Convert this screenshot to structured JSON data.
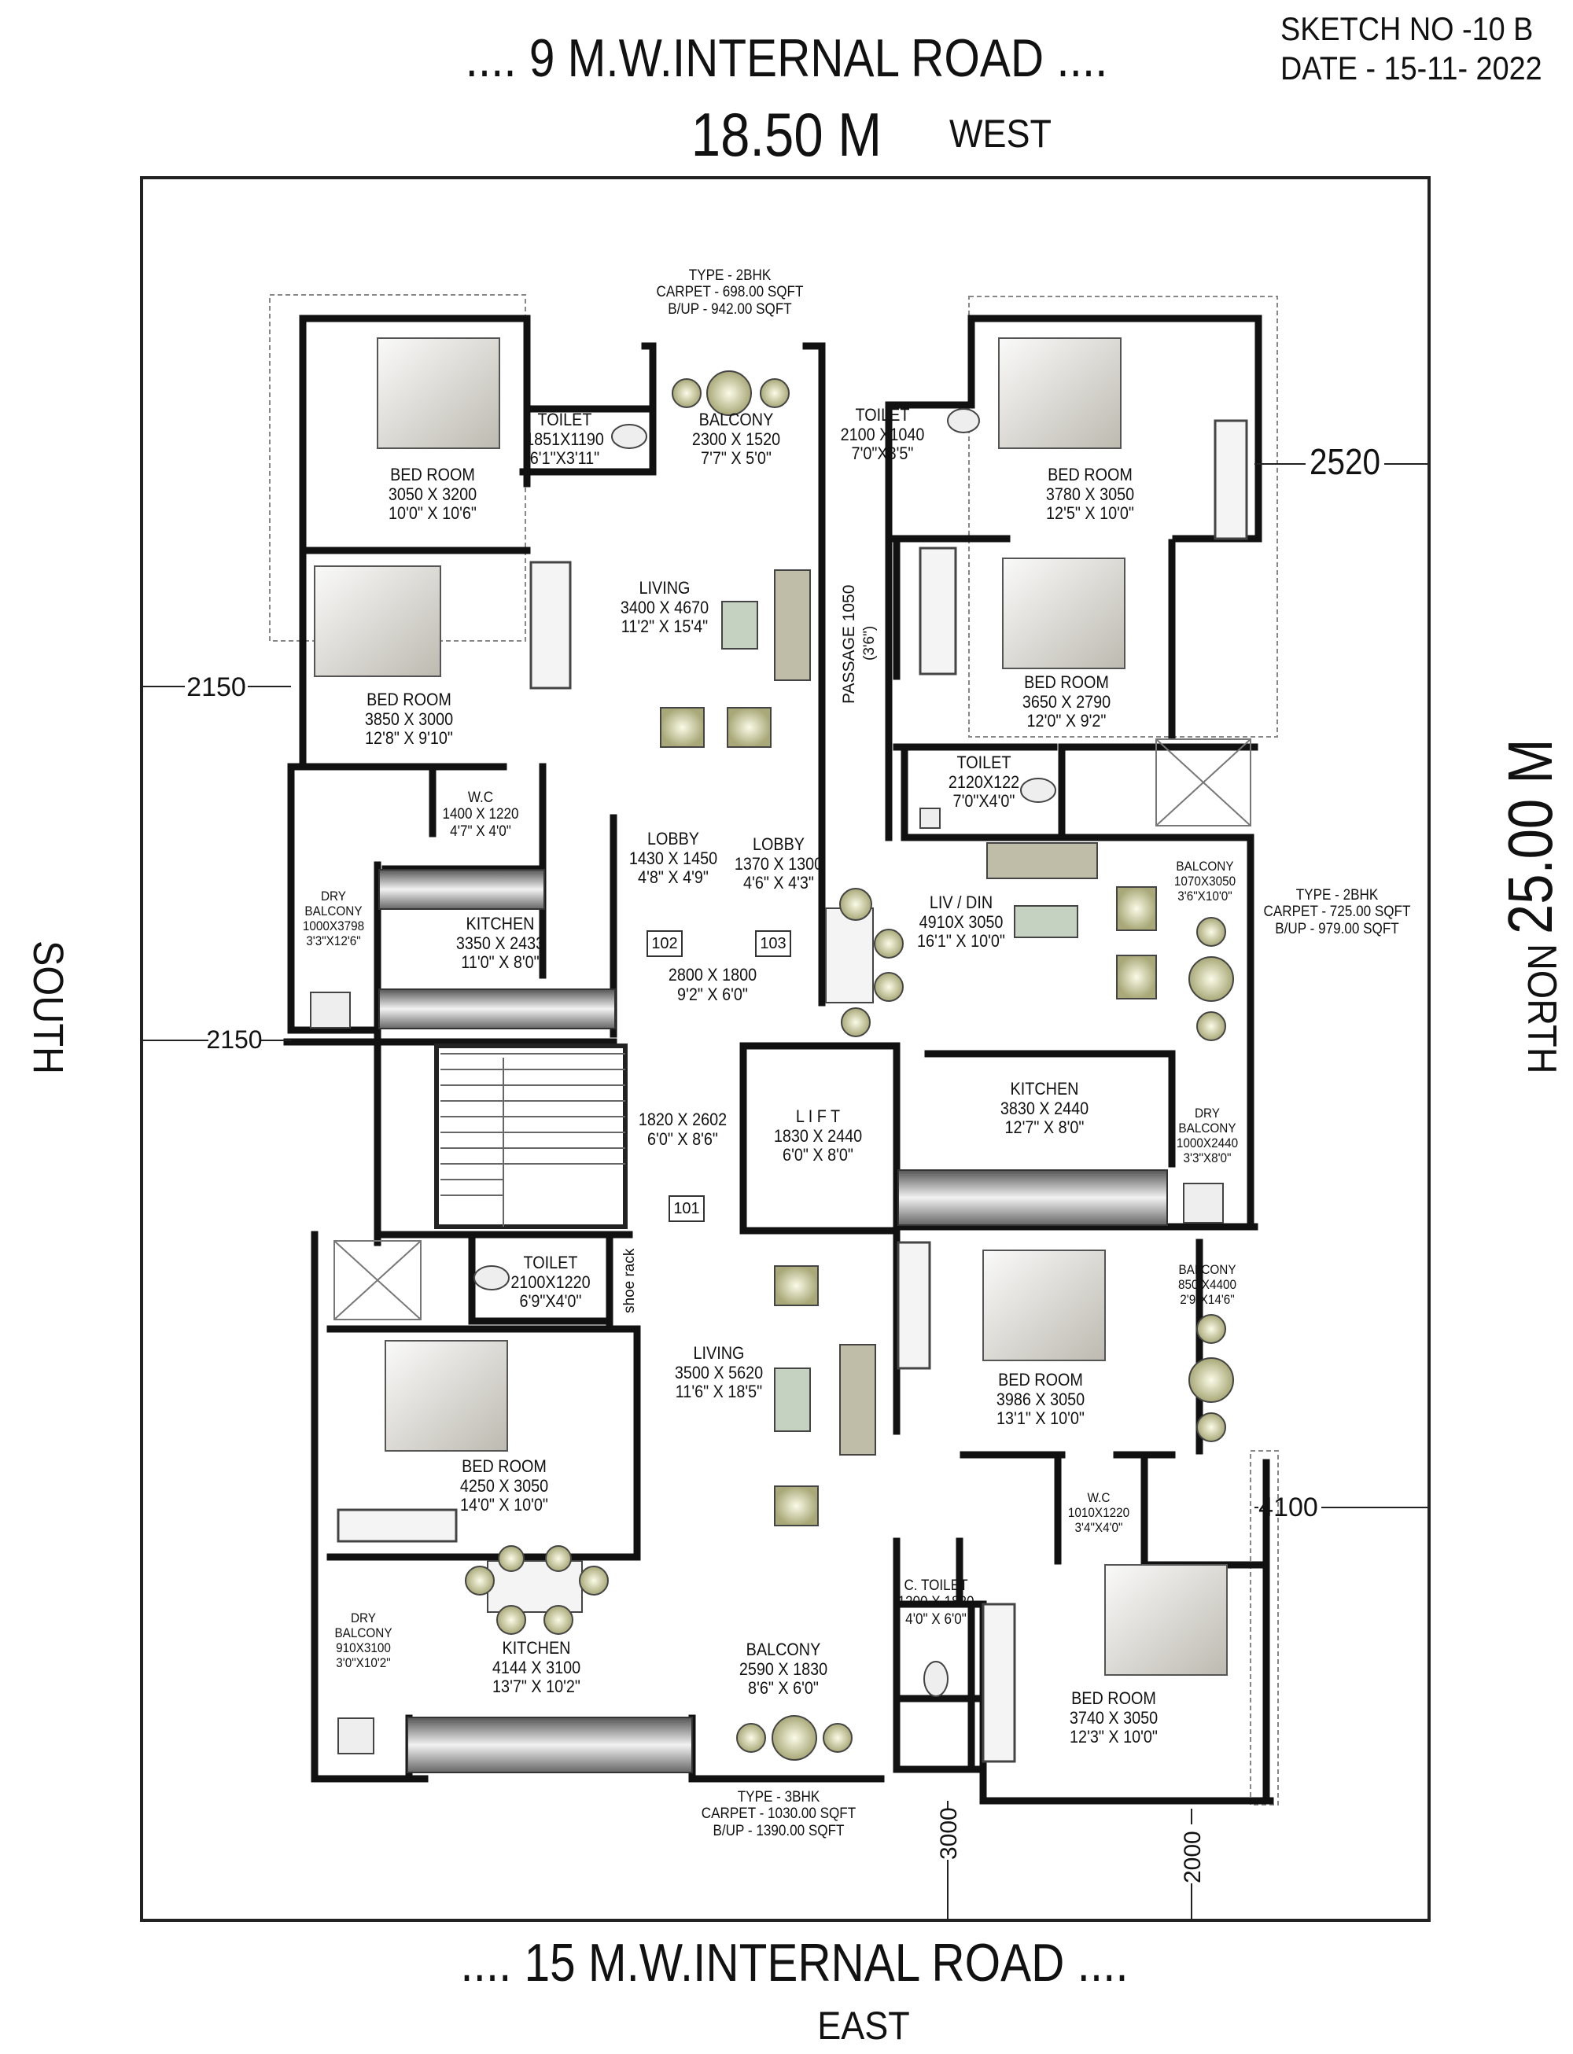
{
  "header": {
    "road_top": ".... 9 M.W.INTERNAL ROAD ....",
    "width_label": "18.50 M",
    "west": "WEST",
    "sketch_no": "SKETCH NO -10 B",
    "date": "DATE - 15-11- 2022"
  },
  "footer": {
    "road_bottom": ".... 15 M.W.INTERNAL ROAD ....",
    "east": "EAST"
  },
  "sides": {
    "south": "SOUTH",
    "north": "NORTH",
    "length_label": "25.00 M"
  },
  "dimensions": {
    "d2520": "2520",
    "d2150_top": "2150",
    "d2150_bottom": "2150",
    "d4100": "4100",
    "d3000": "3000",
    "d2000": "2000"
  },
  "unit_types": {
    "top": {
      "type": "TYPE - 2BHK",
      "carpet": "CARPET - 698.00 SQFT",
      "bup": "B/UP - 942.00 SQFT"
    },
    "right": {
      "type": "TYPE - 2BHK",
      "carpet": "CARPET - 725.00 SQFT",
      "bup": "B/UP - 979.00 SQFT"
    },
    "bottom": {
      "type": "TYPE - 3BHK",
      "carpet": "CARPET - 1030.00 SQFT",
      "bup": "B/UP - 1390.00 SQFT"
    }
  },
  "rooms": {
    "toilet_a": {
      "name": "TOILET",
      "mm": "1851X1190",
      "ft": "6'1\"X3'11\""
    },
    "balcony_a": {
      "name": "BALCONY",
      "mm": "2300 X 1520",
      "ft": "7'7\" X 5'0\""
    },
    "toilet_b": {
      "name": "TOILET",
      "mm": "2100 X1040",
      "ft": "7'0\"X3'5\""
    },
    "bed_a": {
      "name": "BED ROOM",
      "mm": "3050 X 3200",
      "ft": "10'0\" X 10'6\""
    },
    "bed_b": {
      "name": "BED ROOM",
      "mm": "3780 X 3050",
      "ft": "12'5\" X 10'0\""
    },
    "living_a": {
      "name": "LIVING",
      "mm": "3400 X 4670",
      "ft": "11'2\" X 15'4\""
    },
    "passage": {
      "name": "PASSAGE 1050",
      "ft": "(3'6\")"
    },
    "bed_c": {
      "name": "BED ROOM",
      "mm": "3850 X 3000",
      "ft": "12'8\" X 9'10\""
    },
    "bed_d": {
      "name": "BED ROOM",
      "mm": "3650 X 2790",
      "ft": "12'0\" X 9'2\""
    },
    "toilet_c": {
      "name": "TOILET",
      "mm": "2120X122",
      "ft": "7'0\"X4'0\""
    },
    "wc_a": {
      "name": "W.C",
      "mm": "1400 X 1220",
      "ft": "4'7\" X 4'0\""
    },
    "lobby_a": {
      "name": "LOBBY",
      "mm": "1430 X 1450",
      "ft": "4'8\" X 4'9\""
    },
    "lobby_b": {
      "name": "LOBBY",
      "mm": "1370 X 1300",
      "ft": "4'6\" X 4'3\""
    },
    "dry_balcony_a": {
      "name": "DRY",
      "name2": "BALCONY",
      "mm": "1000X3798",
      "ft": "3'3\"X12'6\""
    },
    "kitchen_a": {
      "name": "KITCHEN",
      "mm": "3350 X 2433",
      "ft": "11'0\" X 8'0\""
    },
    "liv_din": {
      "name": "LIV / DIN",
      "mm": "4910X 3050",
      "ft": "16'1\" X 10'0\""
    },
    "balcony_b": {
      "name": "BALCONY",
      "mm": "1070X3050",
      "ft": "3'6\"X10'0\""
    },
    "lobby_c": {
      "mm": "2800 X 1800",
      "ft": "9'2\" X 6'0\""
    },
    "stair": {
      "mm": "1820 X 2602",
      "ft": "6'0\" X 8'6\""
    },
    "lift": {
      "name": "L I F T",
      "mm": "1830 X 2440",
      "ft": "6'0\" X 8'0\""
    },
    "kitchen_b": {
      "name": "KITCHEN",
      "mm": "3830 X 2440",
      "ft": "12'7\" X 8'0\""
    },
    "dry_balcony_b": {
      "name": "DRY",
      "name2": "BALCONY",
      "mm": "1000X2440",
      "ft": "3'3\"X8'0\""
    },
    "toilet_d": {
      "name": "TOILET",
      "mm": "2100X1220",
      "ft": "6'9\"X4'0\""
    },
    "shoe_rack": {
      "name": "shoe rack"
    },
    "living_b": {
      "name": "LIVING",
      "mm": "3500 X 5620",
      "ft": "11'6\" X 18'5\""
    },
    "bed_e": {
      "name": "BED ROOM",
      "mm": "3986 X 3050",
      "ft": "13'1\" X 10'0\""
    },
    "balcony_c": {
      "name": "BALCONY",
      "mm": "850 X4400",
      "ft": "2'9\"X14'6\""
    },
    "bed_f": {
      "name": "BED ROOM",
      "mm": "4250 X 3050",
      "ft": "14'0\" X 10'0\""
    },
    "wc_b": {
      "name": "W.C",
      "mm": "1010X1220",
      "ft": "3'4\"X4'0\""
    },
    "dry_balcony_c": {
      "name": "DRY",
      "name2": "BALCONY",
      "mm": "910X3100",
      "ft": "3'0\"X10'2\""
    },
    "kitchen_c": {
      "name": "KITCHEN",
      "mm": "4144 X 3100",
      "ft": "13'7\" X 10'2\""
    },
    "balcony_d": {
      "name": "BALCONY",
      "mm": "2590 X 1830",
      "ft": "8'6\" X 6'0\""
    },
    "c_toilet": {
      "name": "C. TOILET",
      "mm": "1200 X 1820",
      "ft": "4'0\" X 6'0\""
    },
    "bed_g": {
      "name": "BED ROOM",
      "mm": "3740 X 3050",
      "ft": "12'3\" X 10'0\""
    }
  },
  "flats": {
    "f101": "101",
    "f102": "102",
    "f103": "103"
  }
}
